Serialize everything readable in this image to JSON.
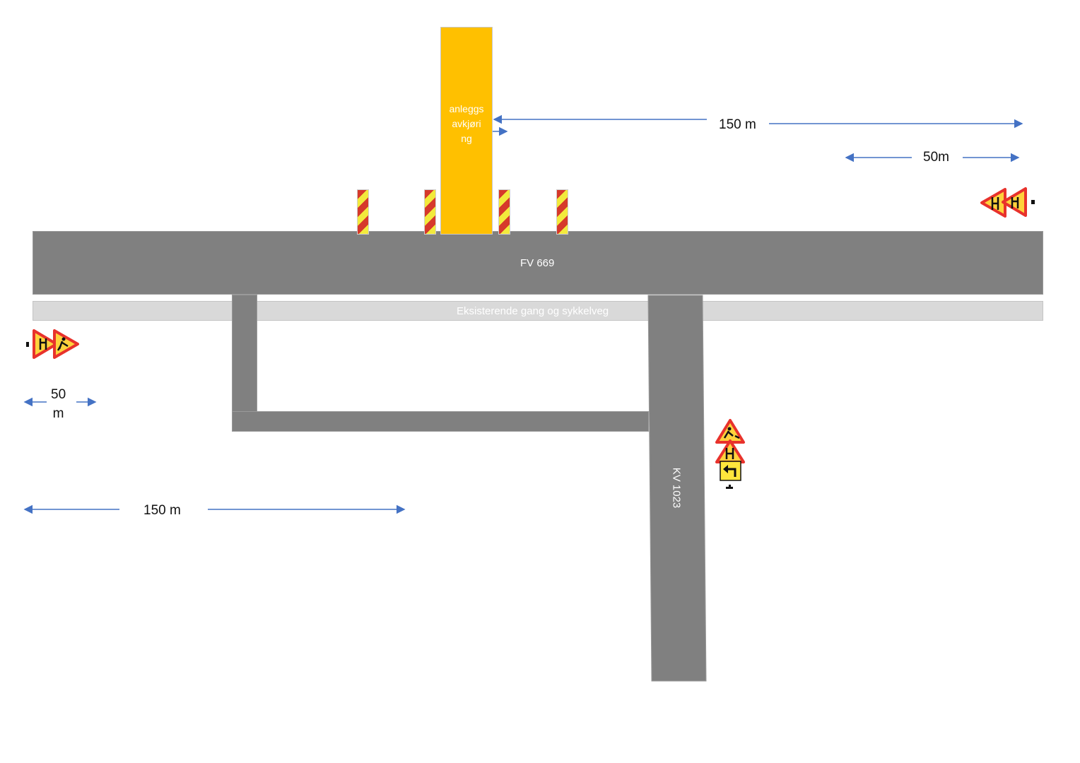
{
  "roads": {
    "main_road_label": "FV 669",
    "side_road_label": "KV 1023",
    "walkway_label": "Eksisterende gang og sykkelveg",
    "site_access_lines": [
      "anleggs",
      "avkjøri",
      "ng"
    ]
  },
  "measurements": {
    "top_long": "150 m",
    "top_short": "50m",
    "left_short_lines": [
      "50",
      "m"
    ],
    "bottom_long": "150 m"
  },
  "colors": {
    "road": "#808080",
    "walkway": "#d9d9d9",
    "site_access": "#ffc000",
    "arrow": "#4472c4",
    "post_red": "#d6392b",
    "post_yellow": "#f2ea3c",
    "sign_border": "#e8322c",
    "sign_fill": "#ffd23c"
  },
  "signs": {
    "right_group": [
      "road-narrows-sign-icon",
      "road-works-sign-icon"
    ],
    "left_group": [
      "road-narrows-sign-icon",
      "road-works-sign-icon"
    ],
    "side_road_group": [
      "road-works-sign-icon",
      "road-narrows-sign-icon",
      "turn-left-arrow-sign-icon"
    ]
  }
}
